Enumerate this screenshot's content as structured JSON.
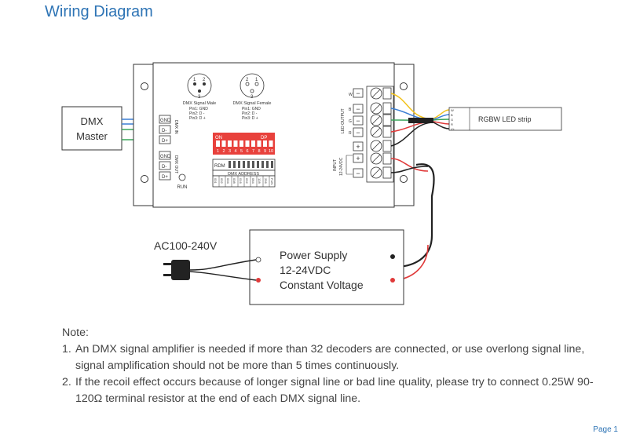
{
  "title": "Wiring Diagram",
  "dmx_master": {
    "line1": "DMX",
    "line2": "Master"
  },
  "device": {
    "dmx_in_label": "DMX IN",
    "dmx_out_label": "DMX OUT",
    "dmx_in_pins": [
      "GND",
      "D-",
      "D+"
    ],
    "dmx_out_pins": [
      "GND",
      "D-",
      "D+"
    ],
    "run_label": "RUN",
    "xlr_male": {
      "title": "DMX Signal Male",
      "pins": [
        "Pin1: GND",
        "Pin2: D -",
        "Pin3: D +"
      ],
      "n1": "1",
      "n2": "2",
      "n3": "3"
    },
    "xlr_female": {
      "title": "DMX Signal Female",
      "pins": [
        "Pin1: GND",
        "Pin2: D -",
        "Pin3: D +"
      ],
      "n1": "2",
      "n2": "1",
      "n3": "3"
    },
    "dip_on": "ON",
    "dip_dp": "DP",
    "dip_numbers": [
      "1",
      "2",
      "3",
      "4",
      "5",
      "6",
      "7",
      "8",
      "9",
      "10"
    ],
    "rdm_label": "RDM",
    "dmx_address_label": "DMX ADDRESS",
    "address_values": [
      "001",
      "002",
      "004",
      "008",
      "016",
      "032",
      "064",
      "128",
      "256",
      "FUN"
    ],
    "led_output_label": "LED OUTPUT",
    "input_label": "INPUT",
    "input_voltage": "12-24VDC",
    "output_terminals": [
      "R",
      "G",
      "B",
      "W"
    ],
    "plus_minus": {
      "minus": "−",
      "plus": "+"
    }
  },
  "led_strip": {
    "label": "RGBW LED strip",
    "pins": [
      "V+",
      "R",
      "G",
      "B",
      "W"
    ]
  },
  "ac_label": "AC100-240V",
  "power_supply": {
    "line1": "Power Supply",
    "line2": "12-24VDC",
    "line3": "Constant Voltage"
  },
  "notes": {
    "heading": "Note:",
    "items": [
      {
        "num": "1.",
        "text": "An DMX signal amplifier is needed if more than 32 decoders are connected, or use overlong signal line, signal amplification should not be more than 5 times continuously."
      },
      {
        "num": "2.",
        "text": "If the recoil effect occurs because of longer signal line or bad line quality, please try to connect 0.25W 90-120Ω terminal resistor at the end of each DMX signal line."
      }
    ]
  },
  "page_label": "Page 1",
  "colors": {
    "title": "#2e74b5",
    "wire_blue": "#3b7fd4",
    "wire_green": "#3aa55a",
    "wire_red": "#e03a3a",
    "wire_yellow": "#f2c21b",
    "dip_red": "#e8413c"
  }
}
